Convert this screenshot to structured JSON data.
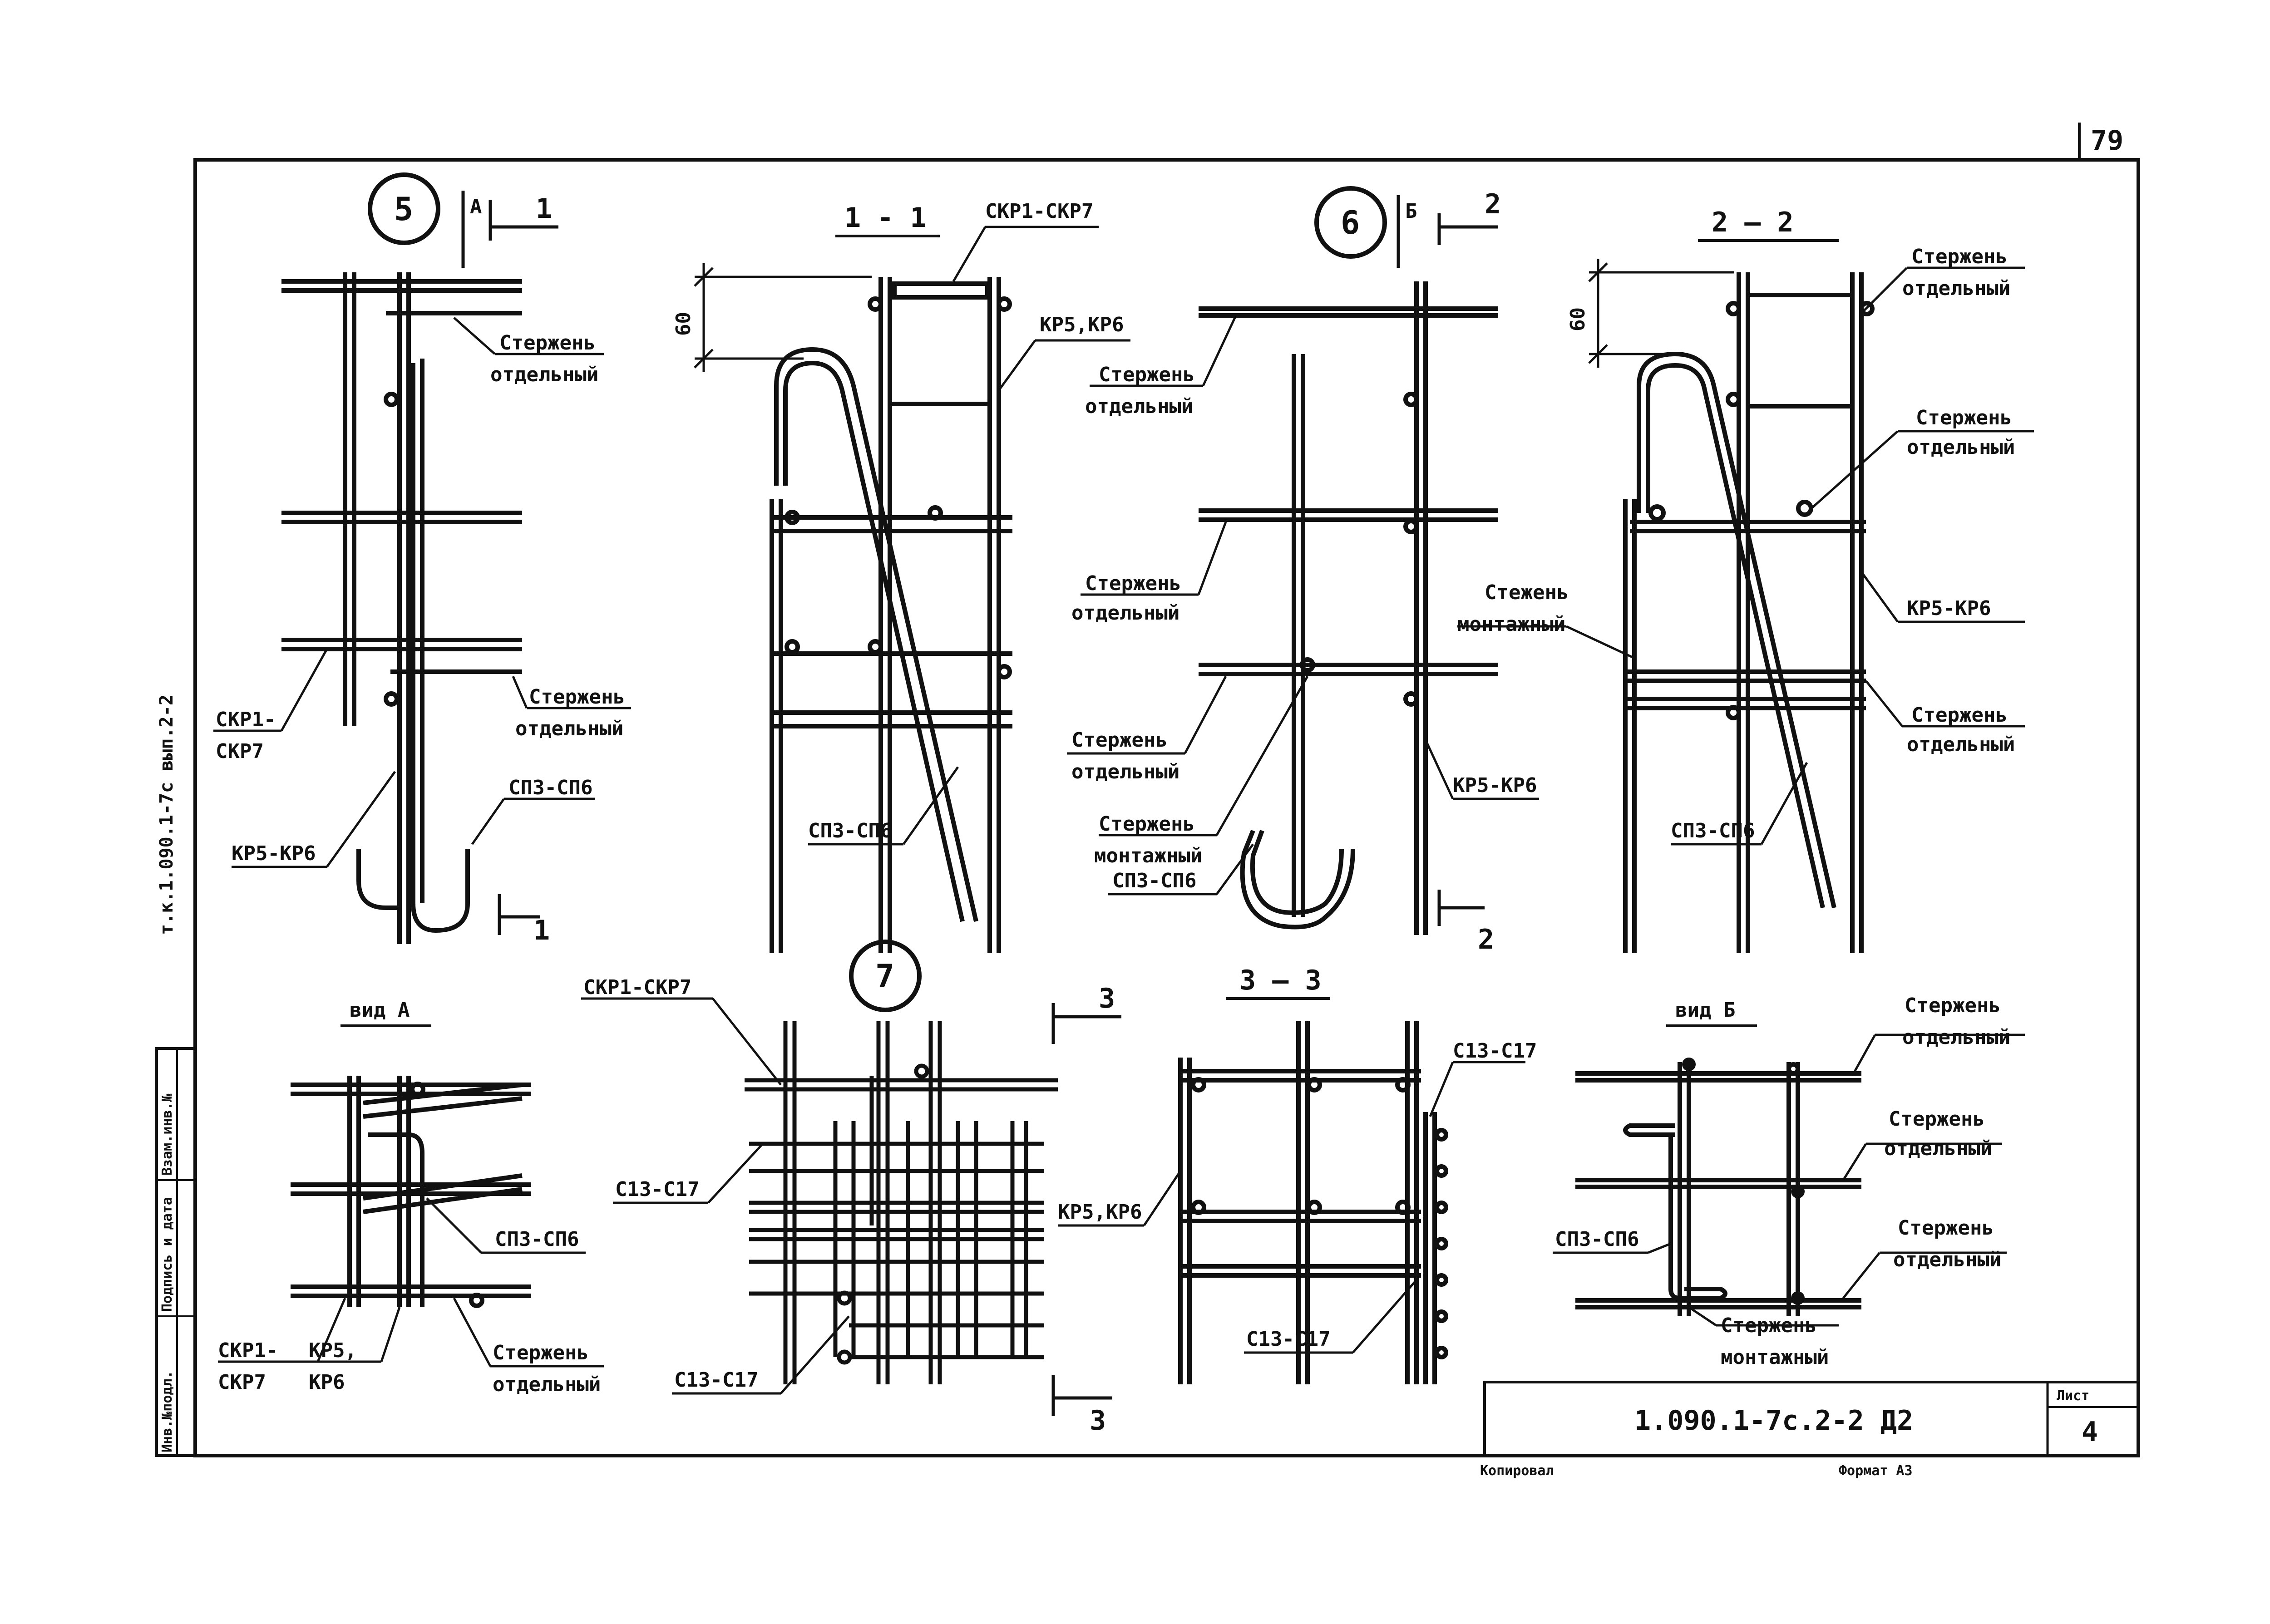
{
  "sheet": {
    "page_number": "79",
    "side_code": "т.к.1.090.1-7с вып.2-2",
    "stamp_code": "1.090.1-7с.2-2 Д2",
    "sheet_label": "Лист",
    "sheet_number": "4",
    "copied_label": "Копировал",
    "format_label": "Формат А3",
    "side_table": [
      "Инв.№подл.",
      "Подпись и дата",
      "Взам.инв.№"
    ]
  },
  "nodes": {
    "n5": "5",
    "n6": "6",
    "n7": "7",
    "sec_1_1": "1 - 1",
    "sec_2_2": "2 — 2",
    "sec_3_3": "3 — 3",
    "view_a": "вид А",
    "view_b": "вид Б",
    "mark_a": "А",
    "mark_b": "Б",
    "cut1": "1",
    "cut2": "2",
    "cut3": "3",
    "dim60": "60"
  },
  "labels": {
    "skr1_skr7": "СКР1-СКР7",
    "skr1_dash": "СКР1-",
    "skr7": "СКР7",
    "kr5_kr6_dash": "КР5-КР6",
    "kr5_kr6_comma": "КР5,КР6",
    "kr5_comma": "КР5,",
    "kr6": "КР6",
    "sp3_sp6": "СП3-СП6",
    "s13_s17": "С13-С17",
    "sterzhen": "Стержень",
    "stezhen": "Стежень",
    "otdelny": "отдельный",
    "montazhny": "монтажный"
  }
}
